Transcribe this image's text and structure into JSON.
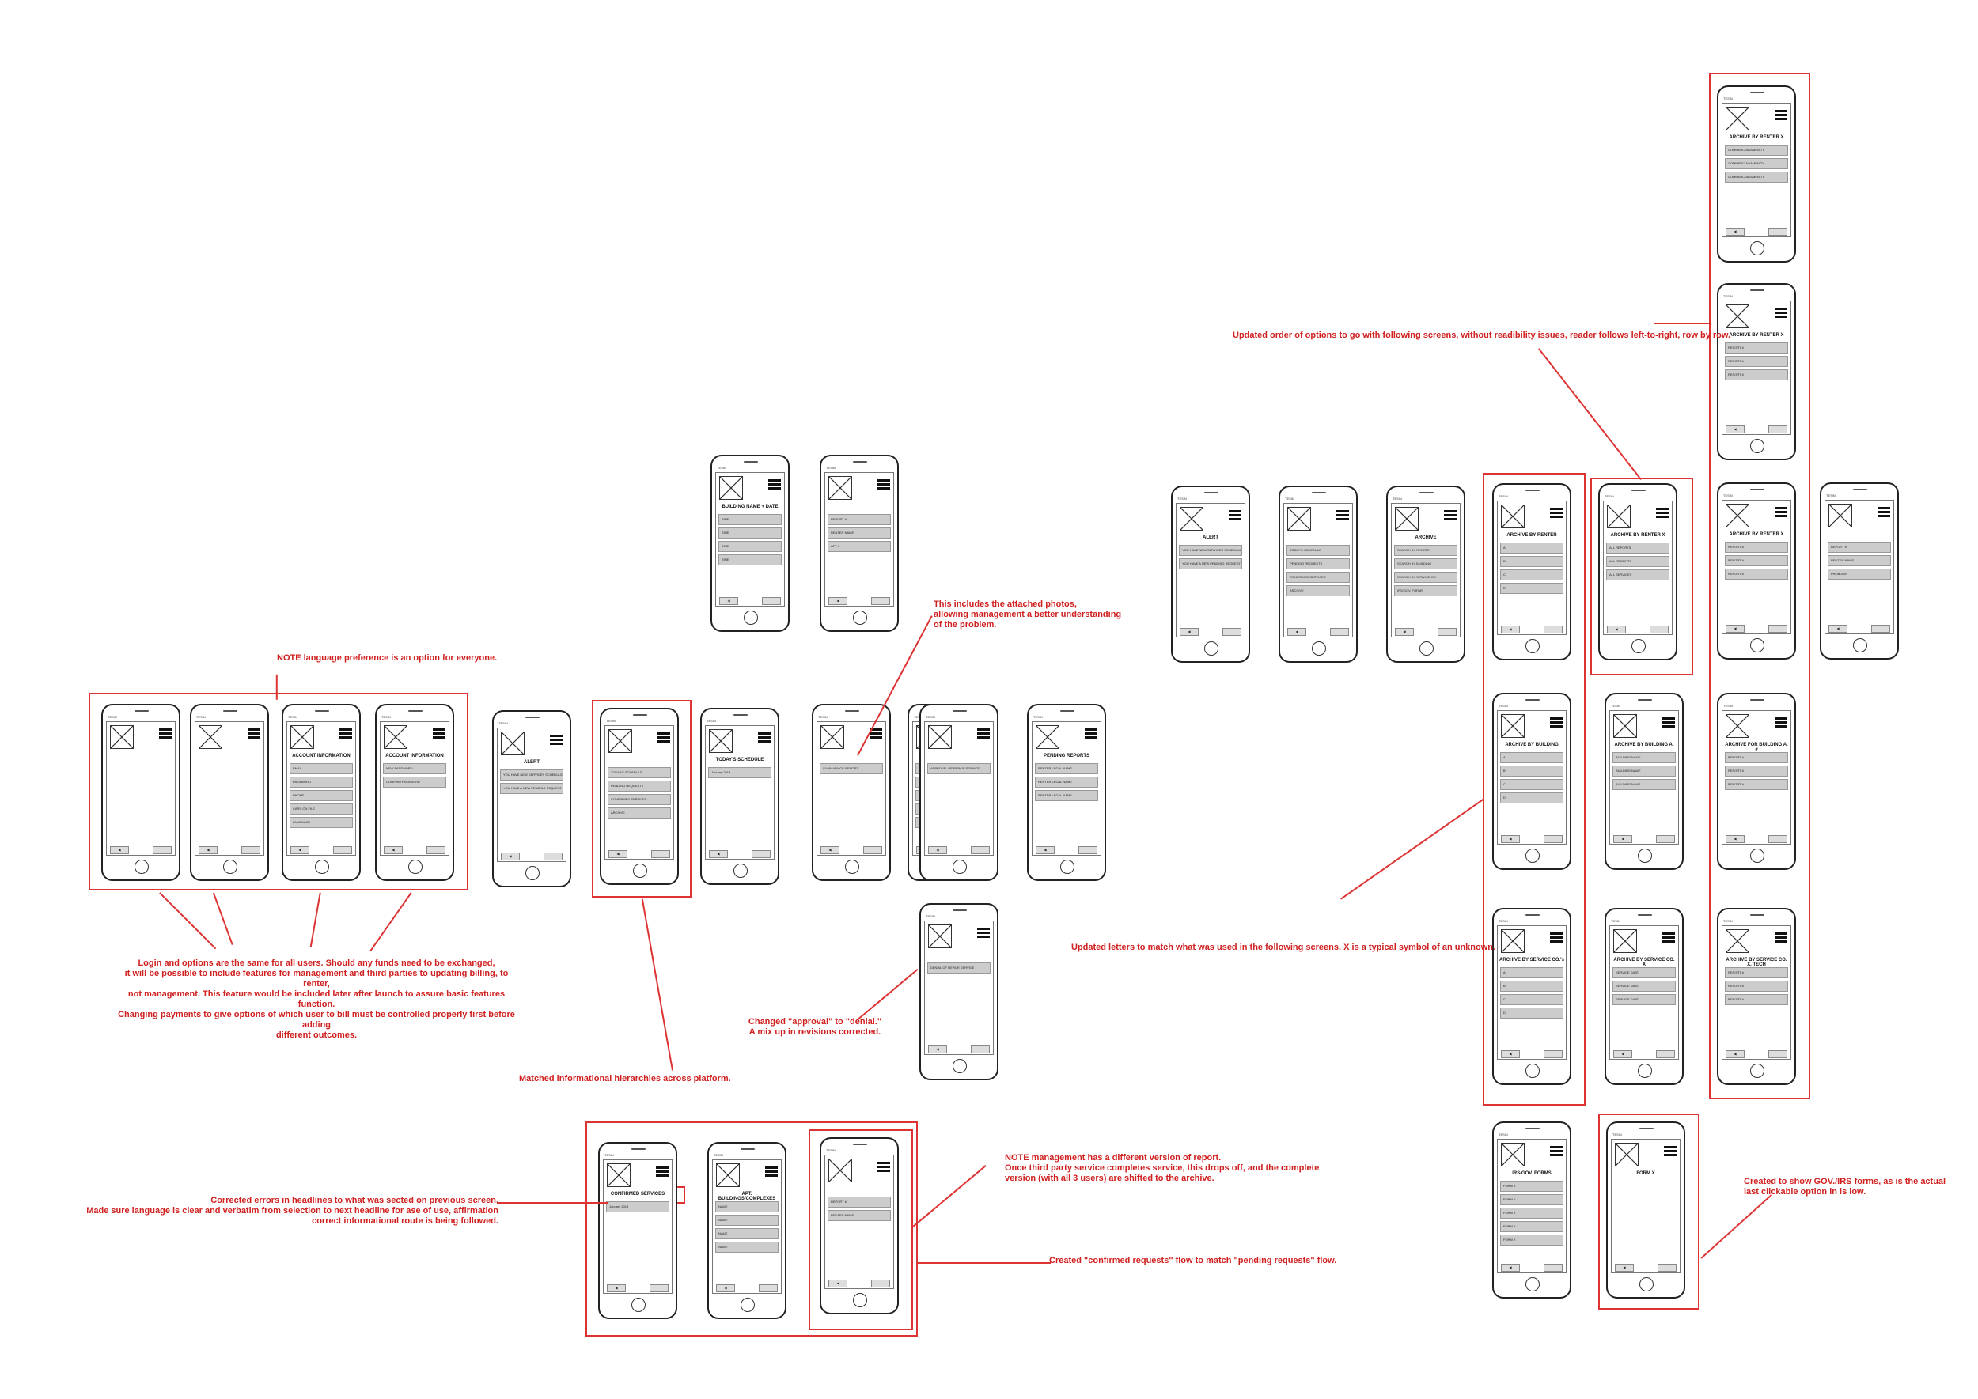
{
  "status_text": "TESIN",
  "screens": [
    {
      "id": "s1",
      "title": "",
      "bars": []
    },
    {
      "id": "s2",
      "title": "",
      "bars": []
    },
    {
      "id": "s3",
      "title": "ACCOUNT INFORMATION",
      "bars": [
        "EMAIL",
        "PASSWORD",
        "PHONE",
        "CARD ON FILE",
        "LANGUAGE"
      ]
    },
    {
      "id": "s4",
      "title": "ACCOUNT INFORMATION",
      "bars": [
        "NEW PASSWORD",
        "CONFIRM PASSWORD"
      ]
    },
    {
      "id": "s5",
      "title": "ALERT",
      "bars": [
        "YOU HAVE NEW SERVICES SCHEDULED",
        "YOU HAVE A NEW PENDING REQUEST"
      ]
    },
    {
      "id": "s6",
      "title": "",
      "bars": [
        "TODAY'S SCHEDULE",
        "PENDING REQUESTS",
        "CONFIRMED SERVICES",
        "ARCHIVE"
      ]
    },
    {
      "id": "s7",
      "title": "TODAY'S SCHEDULE",
      "bars": [
        "January 2019"
      ]
    },
    {
      "id": "s8",
      "title": "BUILDING NAME + DATE",
      "bars": [
        "TIME",
        "TIME",
        "TIME",
        "TIME"
      ]
    },
    {
      "id": "s9",
      "title": "",
      "bars": [
        "REPORT #",
        "RENTER NAME",
        "APT #"
      ]
    },
    {
      "id": "s10",
      "title": "PENDING REPORTS",
      "bars": [
        "RENTER LEGAL NAME",
        "RENTER LEGAL NAME",
        "RENTER LEGAL NAME",
        "RENTER LEGAL NAME",
        "RENTER LEGAL NAME"
      ]
    },
    {
      "id": "s11",
      "title": "",
      "bars": [
        "SUMMARY OF REPORT"
      ]
    },
    {
      "id": "s12",
      "title": "",
      "bars": [
        "APPROVAL OF REPAIR SERVICE"
      ]
    },
    {
      "id": "s13",
      "title": "PENDING REPORTS",
      "bars": [
        "RENTER LEGAL NAME",
        "RENTER LEGAL NAME",
        "RENTER LEGAL NAME"
      ]
    },
    {
      "id": "s14",
      "title": "",
      "bars": [
        "DENIAL OF REPAIR SERVICE"
      ]
    },
    {
      "id": "s15",
      "title": "CONFIRMED SERVICES",
      "bars": [
        "January 2019"
      ]
    },
    {
      "id": "s16",
      "title": "APT. BUILDINGS/COMPLEXES",
      "bars": [
        "NAME",
        "NAME",
        "NAME",
        "NAME"
      ]
    },
    {
      "id": "s17",
      "title": "",
      "bars": [
        "REPORT #",
        "RENTER NAME"
      ]
    },
    {
      "id": "s18",
      "title": "ALERT",
      "bars": [
        "YOU HAVE NEW SERVICES SCHEDULED",
        "YOU HAVE A NEW PENDING REQUEST"
      ]
    },
    {
      "id": "s19",
      "title": "",
      "bars": [
        "TODAY'S SCHEDULE",
        "PENDING REQUESTS",
        "CONFIRMED SERVICES",
        "ARCHIVE"
      ]
    },
    {
      "id": "s20",
      "title": "ARCHIVE",
      "bars": [
        "SEARCH BY RENTER",
        "SEARCH BY BUILDING",
        "SEARCH BY SERVICE CO.",
        "IRS/GOV. FORMS"
      ]
    },
    {
      "id": "s21",
      "title": "ARCHIVE BY RENTER",
      "bars": [
        "A",
        "B",
        "C",
        "D"
      ]
    },
    {
      "id": "s22",
      "title": "ARCHIVE BY RENTER X",
      "bars": [
        "ALL REPORTS",
        "ALL RECEIPTS",
        "ALL SERVICES"
      ]
    },
    {
      "id": "s23",
      "title": "ARCHIVE BY RENTER X",
      "bars": [
        "COMMERCIAL/AMENITY",
        "COMMERCIAL/AMENITY",
        "COMMERCIAL/AMENITY"
      ]
    },
    {
      "id": "s24",
      "title": "ARCHIVE BY RENTER X",
      "bars": [
        "REPORT #",
        "REPORT #",
        "REPORT #"
      ]
    },
    {
      "id": "s25",
      "title": "ARCHIVE BY RENTER X",
      "bars": [
        "REPORT #",
        "REPORT #",
        "REPORT #"
      ]
    },
    {
      "id": "s26",
      "title": "",
      "bars": [
        "REPORT #",
        "RENTER NAME",
        "PROBLEM"
      ]
    },
    {
      "id": "s27",
      "title": "ARCHIVE BY BUILDING",
      "bars": [
        "A",
        "B",
        "C",
        "D"
      ]
    },
    {
      "id": "s28",
      "title": "ARCHIVE BY BUILDING A.",
      "bars": [
        "BUILDING NAME",
        "BUILDING NAME",
        "BUILDING NAME"
      ]
    },
    {
      "id": "s29",
      "title": "ARCHIVE FOR BUILDING A. #",
      "bars": [
        "REPORT #",
        "REPORT #",
        "REPORT #"
      ]
    },
    {
      "id": "s30",
      "title": "ARCHIVE BY SERVICE CO.'s",
      "bars": [
        "A",
        "B",
        "C",
        "D"
      ]
    },
    {
      "id": "s31",
      "title": "ARCHIVE BY SERVICE CO. X",
      "bars": [
        "SERVICE DATE",
        "SERVICE DATE",
        "SERVICE DATE"
      ]
    },
    {
      "id": "s32",
      "title": "ARCHIVE BY SERVICE CO. X, TECH",
      "bars": [
        "REPORT #",
        "REPORT #",
        "REPORT #"
      ]
    },
    {
      "id": "s33",
      "title": "IRS/GOV. FORMS",
      "bars": [
        "FORM X",
        "FORM Y",
        "FORM X",
        "FORM X",
        "FORM X"
      ]
    },
    {
      "id": "s34",
      "title": "FORM X",
      "bars": []
    }
  ],
  "notes": {
    "language": "NOTE language preference is an option for everyone.",
    "login": "Login and options are the same for all users. Should any funds need to be exchanged,\nit will be possible to include features for management and third parties to updating billing, to renter,\nnot management. This feature would be included later after launch to assure basic features function.\nChanging payments to give options of which user to bill must be controlled properly first before adding\ndifferent outcomes.",
    "photos": "This includes the attached photos,\nallowing management a better understanding\nof the problem.",
    "denial": "Changed \"approval\" to \"denial.\"\nA mix up in revisions corrected.",
    "hierarchies": "Matched informational hierarchies  across platform.",
    "order": "Updated order of options to go with following screens, without readibility issues, reader follows left-to-right, row by row.",
    "letters": "Updated letters to match what was used in the following screens. X is a typical symbol of an unknown.",
    "headlines": "Corrected errors in headlines to what was sected on previous screen.\nMade sure language is clear and verbatim  from selection to next headline for ase of use, affirmation\ncorrect informational route is being followed.",
    "management": "NOTE management has  a different version of report.\nOnce third party service completes service, this drops off, and the complete\nversion (with all 3 users) are shifted to the archive.",
    "confirmed": "Created \"confirmed requests\" flow to match \"pending requests\" flow.",
    "gov": "Created to show GOV./IRS forms, as is the actual\nlast clickable option in is low."
  },
  "colors": {
    "annotation": "#d33333",
    "phone": "#222222",
    "bar": "#cccccc"
  }
}
